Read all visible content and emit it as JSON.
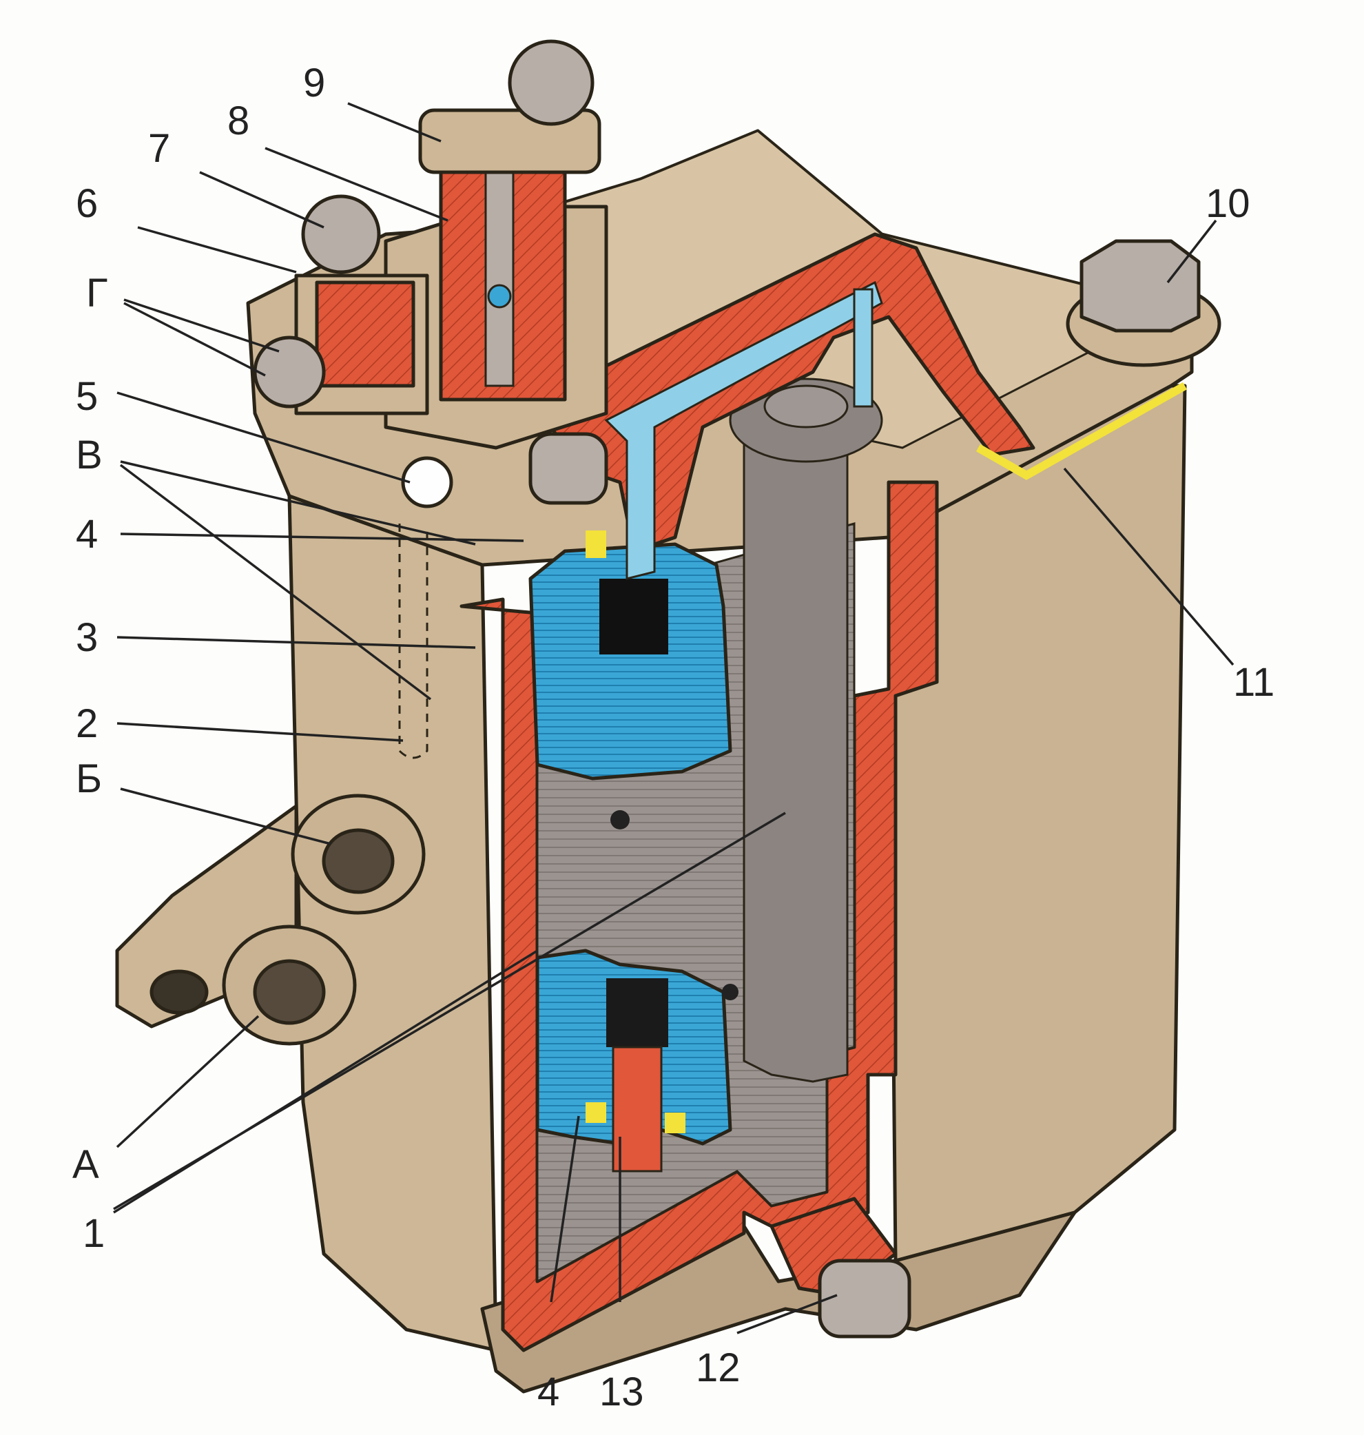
{
  "labels": [
    {
      "id": "9",
      "text": "9"
    },
    {
      "id": "8",
      "text": "8"
    },
    {
      "id": "7",
      "text": "7"
    },
    {
      "id": "6",
      "text": "6"
    },
    {
      "id": "G",
      "text": "Г"
    },
    {
      "id": "5",
      "text": "5"
    },
    {
      "id": "V",
      "text": "В"
    },
    {
      "id": "4a",
      "text": "4"
    },
    {
      "id": "3",
      "text": "3"
    },
    {
      "id": "2",
      "text": "2"
    },
    {
      "id": "B",
      "text": "Б"
    },
    {
      "id": "A",
      "text": "А"
    },
    {
      "id": "1",
      "text": "1"
    },
    {
      "id": "4b",
      "text": "4"
    },
    {
      "id": "13",
      "text": "13"
    },
    {
      "id": "12",
      "text": "12"
    },
    {
      "id": "10",
      "text": "10"
    },
    {
      "id": "11",
      "text": "11"
    }
  ],
  "colors": {
    "body": "#cdb796",
    "body_shadow": "#a99274",
    "section_cut": "#e0573a",
    "filter_element": "#3aa6d6",
    "channel": "#8fd0e8",
    "inner_gray": "#9a9390",
    "gasket": "#f3e23a",
    "outline": "#2a2418"
  }
}
